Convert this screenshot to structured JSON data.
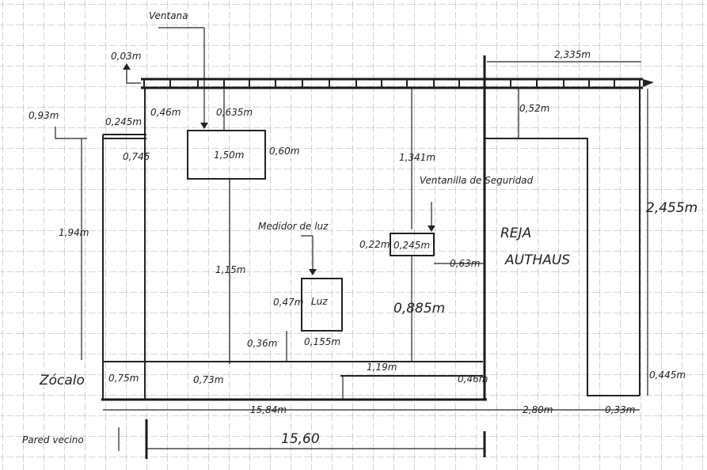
{
  "labels": {
    "ventana": "Ventana",
    "d_003": "0,03m",
    "d_093": "0,93m",
    "d_0245_top": "0,245m",
    "d_046_top": "0,46m",
    "d_0635": "0,635m",
    "d_150": "1,50m",
    "d_060": "0,60m",
    "d_0745": "0,745",
    "d_194": "1,94m",
    "d_115": "1,15m",
    "medidor": "Medidor de luz",
    "luz": "Luz",
    "d_047": "0,47m",
    "d_036": "0,36m",
    "d_0155": "0,155m",
    "zocalo": "Zócalo",
    "d_075": "0,75m",
    "d_073": "0,73m",
    "d_119": "1,19m",
    "d_046_bottom": "0,46m",
    "d_1341": "1,341m",
    "ventanilla": "Ventanilla de Seguridad",
    "d_022": "0,22m",
    "d_0245_box": "0,245m",
    "d_063": "0,63m",
    "d_0885": "0,885m",
    "d_2335": "2,335m",
    "d_052": "0,52m",
    "reja": "REJA",
    "authaus": "AUTHAUS",
    "d_2455": "2,455m",
    "d_0445": "0,445m",
    "d_1584": "15,84m",
    "d_280": "2,80m",
    "d_033": "0,33m",
    "pared": "Pared vecino",
    "d_1560": "15,60"
  }
}
